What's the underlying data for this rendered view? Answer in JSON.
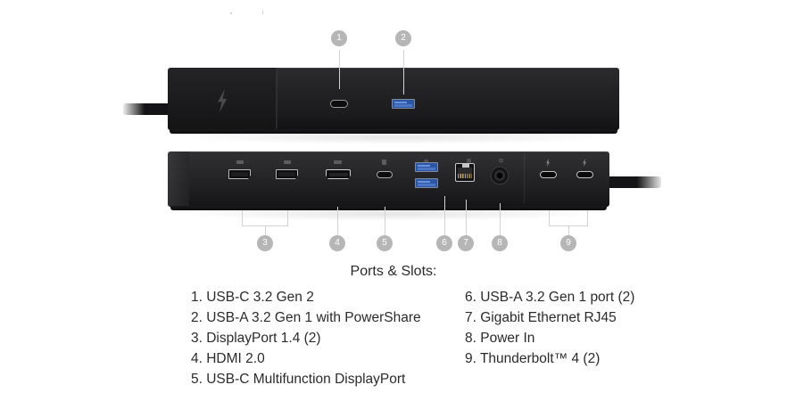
{
  "caption": {
    "heading": "Ports & Slots:"
  },
  "ports_list": {
    "left_column": [
      "1. USB-C 3.2 Gen 2",
      "2. USB-A 3.2 Gen 1 with PowerShare",
      "3. DisplayPort 1.4 (2)",
      "4. HDMI 2.0",
      "5. USB-C Multifunction DisplayPort"
    ],
    "right_column": [
      "6. USB-A 3.2 Gen 1 port (2)",
      "7. Gigabit Ethernet RJ45",
      "8. Power In",
      "9. Thunderbolt™ 4 (2)"
    ]
  },
  "callouts": [
    {
      "number": "1",
      "target": "usb-c-3-2-gen-2"
    },
    {
      "number": "2",
      "target": "usb-a-3-2-gen-1-powershare"
    },
    {
      "number": "3",
      "target": "displayport-1-4-pair"
    },
    {
      "number": "4",
      "target": "hdmi-2-0"
    },
    {
      "number": "5",
      "target": "usb-c-multifunction-displayport"
    },
    {
      "number": "6",
      "target": "usb-a-3-2-gen-1-pair"
    },
    {
      "number": "7",
      "target": "gigabit-ethernet-rj45"
    },
    {
      "number": "8",
      "target": "power-in"
    },
    {
      "number": "9",
      "target": "thunderbolt-4-pair"
    }
  ],
  "device": {
    "front_view_label": "dock-front-view",
    "back_view_label": "dock-back-view",
    "brand_logo": "thunderbolt-bolt-icon",
    "front_ports": [
      {
        "name": "usb-c-port",
        "badge": "1"
      },
      {
        "name": "usb-a-port",
        "badge": "2",
        "color": "#2a56a8"
      }
    ],
    "back_ports": [
      {
        "name": "displayport-1",
        "badge": "3",
        "etch": "DP"
      },
      {
        "name": "displayport-2",
        "badge": "3",
        "etch": "DP"
      },
      {
        "name": "hdmi-port",
        "badge": "4",
        "etch": "HDMI"
      },
      {
        "name": "usb-c-multifunction-port",
        "badge": "5"
      },
      {
        "name": "usb-a-port-top",
        "badge": "6",
        "color": "#2a56a8"
      },
      {
        "name": "usb-a-port-bottom",
        "badge": "6",
        "color": "#2a56a8"
      },
      {
        "name": "ethernet-rj45-port",
        "badge": "7"
      },
      {
        "name": "power-in-jack",
        "badge": "8"
      },
      {
        "name": "thunderbolt-port-1",
        "badge": "9",
        "etch": "bolt"
      },
      {
        "name": "thunderbolt-port-2",
        "badge": "9",
        "etch": "bolt"
      }
    ]
  },
  "colors": {
    "badge_fill": "#b6b6b6",
    "badge_text": "#ffffff",
    "leader_line": "#d2d2d2",
    "usb_blue": "#2a56a8",
    "text": "#2b2b2b",
    "background": "#ffffff"
  }
}
